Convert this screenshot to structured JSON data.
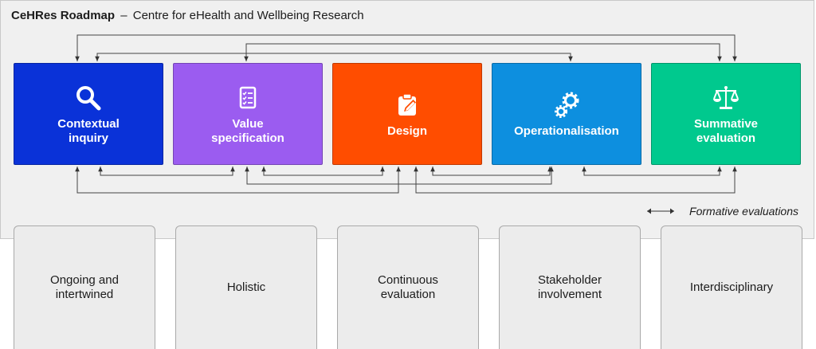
{
  "header": {
    "title": "CeHRes Roadmap",
    "separator": "–",
    "subtitle": "Centre for eHealth and Wellbeing Research"
  },
  "phases": [
    {
      "label": "Contextual\ninquiry",
      "color": "#0a32d8",
      "icon": "magnifier-icon"
    },
    {
      "label": "Value\nspecification",
      "color": "#9b5cf0",
      "icon": "checklist-icon"
    },
    {
      "label": "Design",
      "color": "#ff4d00",
      "icon": "clipboard-pen-icon"
    },
    {
      "label": "Operationalisation",
      "color": "#0d8fdf",
      "icon": "gears-icon"
    },
    {
      "label": "Summative\nevaluation",
      "color": "#00c98e",
      "icon": "scales-icon"
    }
  ],
  "legend": {
    "label": "Formative evaluations",
    "icon": "double-arrow-icon"
  },
  "principles": [
    {
      "label": "Ongoing and\nintertwined"
    },
    {
      "label": "Holistic"
    },
    {
      "label": "Continuous\nevaluation"
    },
    {
      "label": "Stakeholder\ninvolvement"
    },
    {
      "label": "Interdisciplinary"
    }
  ]
}
